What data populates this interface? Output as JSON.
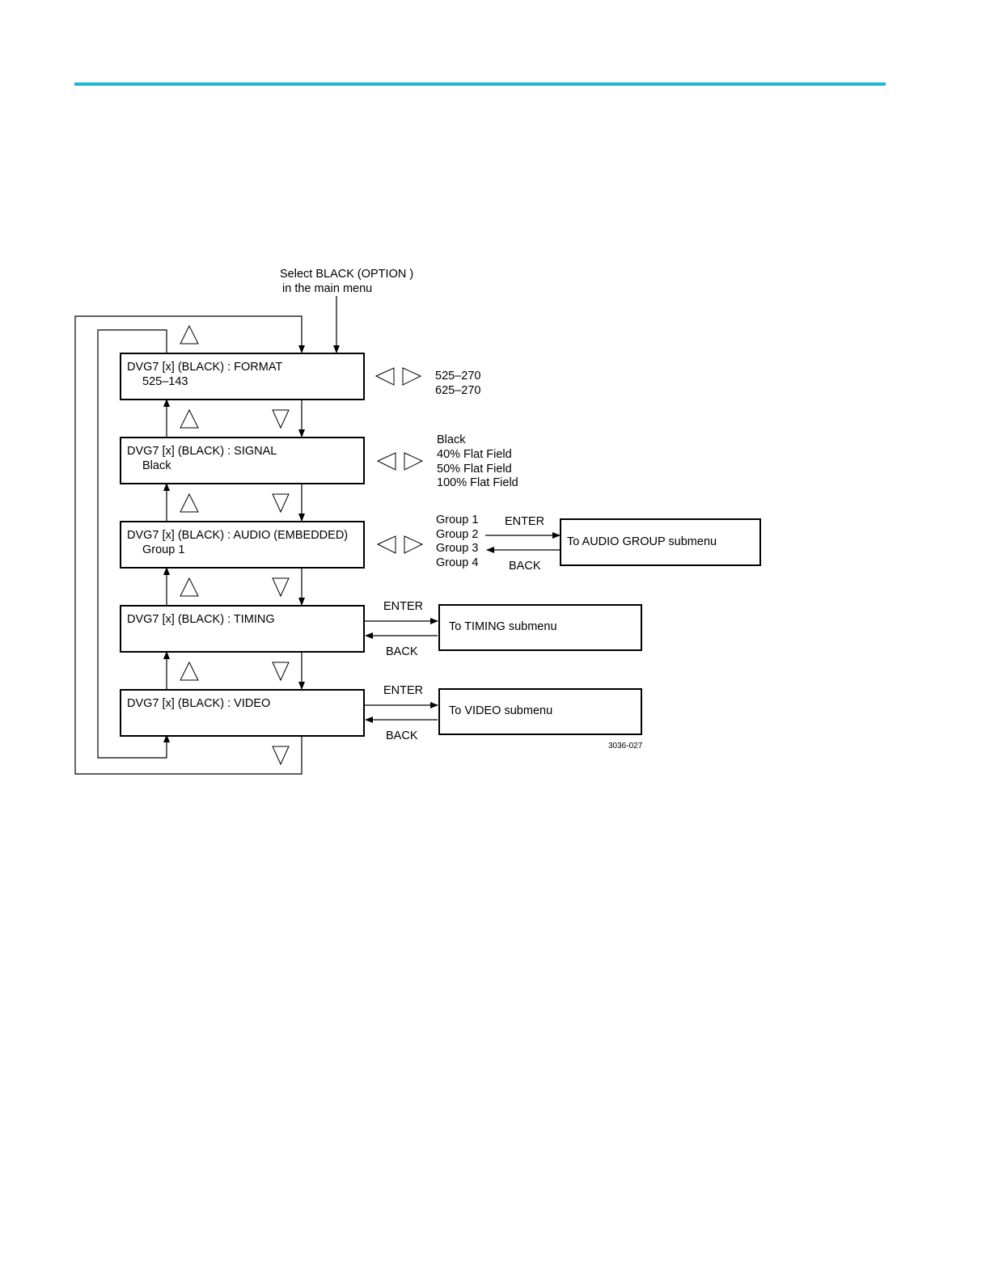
{
  "colors": {
    "rule": "#1cb5d4"
  },
  "diagram": {
    "entry_label": [
      "Select BLACK (OPTION )",
      "in the main menu"
    ],
    "menus": {
      "format": {
        "title": "DVG7 [x]  (BLACK) : FORMAT",
        "value": "525–143"
      },
      "signal": {
        "title": "DVG7 [x] (BLACK) : SIGNAL",
        "value": "Black"
      },
      "audio": {
        "title": "DVG7 [x] (BLACK) : AUDIO (EMBEDDED)",
        "value": "Group 1"
      },
      "timing": {
        "title": "DVG7 [x] (BLACK) : TIMING"
      },
      "video": {
        "title": "DVG7 [x] (BLACK) : VIDEO"
      }
    },
    "options": {
      "format": [
        "525–270",
        "625–270"
      ],
      "signal": [
        "Black",
        "40% Flat Field",
        "50% Flat Field",
        "100% Flat Field"
      ],
      "audio": [
        "Group 1",
        "Group 2",
        "Group 3",
        "Group 4"
      ]
    },
    "submenus": {
      "audio_group": "To AUDIO GROUP submenu",
      "timing": "To TIMING submenu",
      "video": "To VIDEO submenu"
    },
    "enter_label": "ENTER",
    "back_label": "BACK",
    "figure_id": "3036-027",
    "icons": [
      "up-arrow-icon",
      "down-arrow-icon",
      "left-arrow-icon",
      "right-arrow-icon"
    ]
  }
}
